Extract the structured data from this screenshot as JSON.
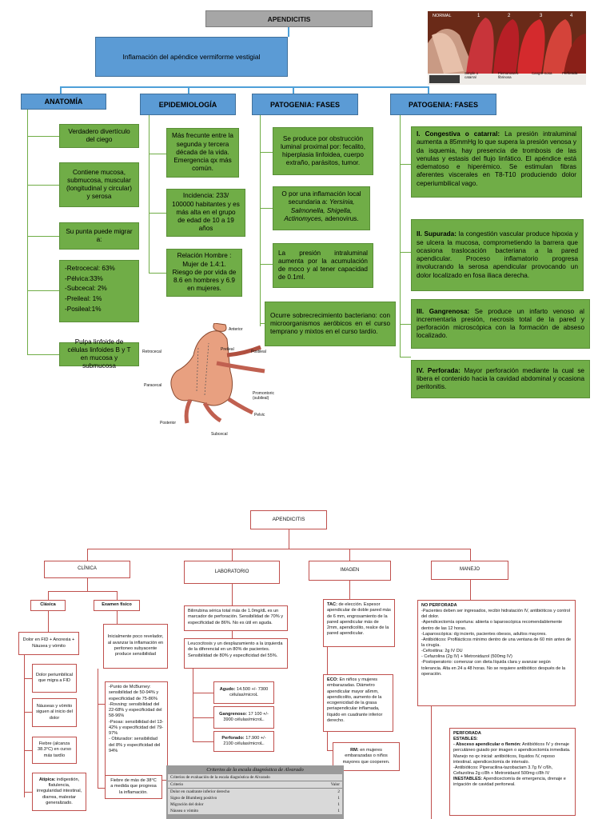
{
  "top": {
    "title": "APENDICITIS",
    "definition": "Inflamación del apéndice vermiforme vestigial",
    "headers": [
      "ANATOMÍA",
      "EPIDEMIOLOGÍA",
      "PATOGENIA: FASES",
      "PATOGENIA: FASES"
    ],
    "anatomia": [
      "Verdadero divertículo del ciego",
      "Contiene mucosa, submucosa, muscular (longitudinal y circular) y serosa",
      "Su punta puede migrar a:",
      "-Retrocecal: 63%",
      "-Pélvica:33%",
      "-Subcecal: 2%",
      "-Preileal: 1%",
      "-Posileal:1%",
      "Pulpa linfoide de células linfoides B y T en mucosa y submucosa"
    ],
    "epidemiologia": [
      "Más frecunte entre la segunda y tercera década de la vida. Emergencia qx más común.",
      "Incidencia: 233/ 100000 habitantes y es más alta en el grupo de edad de 10 a 19 años",
      "Relación Hombre : Mujer de 1.4:1. Riesgo de por vida de 8.6 en hombres y 6.9 en mujeres."
    ],
    "patogenia1": [
      "Se produce por obstrucción luminal proximal por: fecalito, hiperplasia linfoidea, cuerpo extraño, parásitos, tumor.",
      "O por una inflamación local secundaria a:",
      "Yersinia, Salmonella, Shigella, Actinomyces,",
      "adenovirus.",
      "La presión intraluminal aumenta por la acumulación de moco y al tener capacidad de 0.1ml.",
      "Ocurre sobrecrecimiento bacteriano: con microorganismos aeróbicos en el curso temprano y mixtos en el curso tardío."
    ],
    "patogenia2": [
      {
        "head": "I. Congestiva o catarral:",
        "text": " La presión intraluminal aumenta a 85mmHg lo que supera la presión venosa y da isquemia, hay presencia de trombosis de las venulas y estasis del flujo linfático. El apéndice está edematoso e hiperémico. Se estimulan fibras aferentes viscerales en T8-T10 produciendo dolor ceperiumbilical vago."
      },
      {
        "head": "II. Supurada:",
        "text": " la congestión vascular produce hipoxia y se ulcera la mucosa, comprometiendo la barrera que ocasiona traslocación bacteriana a la pared apendicular. Proceso inflamatorio progresa involucrando la serosa apendicular provocando un dolor localizado en fosa iliaca derecha."
      },
      {
        "head": "III. Gangrenosa:",
        "text": " Se produce un infarto venoso al incrementarla presión, necrosis total de la pared y perforación microscópica con la formación de abseso localizado."
      },
      {
        "head": "IV. Perforada:",
        "text": " Mayor perforación mediante la cual se libera el contenido hacia la cavidad abdominal y ocasiona peritonitis."
      }
    ],
    "photo_labels": [
      "NORMAL",
      "1",
      "2",
      "3",
      "4"
    ],
    "photo_captions": [
      "Simple o catarral",
      "Flemonosa o fibrinosa",
      "Cangre-nosa",
      "Perforada"
    ],
    "anatomy_labels": [
      "Anterior",
      "Retrocecal",
      "Preileal",
      "Postileal",
      "Paracecal",
      "Promontoric (subileal)",
      "Pelvic",
      "Posterior",
      "Subcecal"
    ]
  },
  "bottom": {
    "title": "APENDICITIS",
    "branches": [
      "CLÍNICA",
      "LABORATORIO",
      "IMAGEN",
      "MANEJO"
    ],
    "clinica_sub": [
      "Clásica",
      "Examen físico"
    ],
    "clasica": [
      "Dolor en FID + Anorexia + Náusea y vómito",
      "Dolor periumbilical que migra a FID",
      "Náuseas y vómito siguen al inicio del dolor",
      "Fiebre (alcanza 38.3°C) en curso más tardío",
      "Atípica:",
      " indigestión, flatulencia, irregularidad intestinal, diarrea, malestar generalizado."
    ],
    "examen": [
      "Inicialmente poco revelador, al avanzar la inflamación en peritoneo subyacente produce sensibilidad",
      "-Punto de McBurney: sensibilidad de 50-94% y especificidad de 75-86%",
      "-Rovsing: sensibilidad del 22-68% y especificidad del 58-96%",
      "-Psoas: sensibilidad del 13-42% y especificidad del 79-97%",
      "- Obturador: sensibilidad del 8% y especificidad del 94%",
      "Fiebre de más de 38°C a medida que progresa la inflamación."
    ],
    "laboratorio": [
      "Bilirrubina sérica total más de 1.0mg/dL es un marcador de perforación. Sensibilidad de 70% y especificidad de 86%. No es útil en aguda.",
      "Leucocitosis y un desplazamiento a la izquierda de la diferencial en un 80% de pacientes. Sensibilidad de 80% y especificidad del 55%."
    ],
    "laboratorio_sub": [
      {
        "head": "Agudo:",
        "text": " 14.500 +/- 7300 células/microL"
      },
      {
        "head": "Gangrenoso:",
        "text": " 17 100 +/- 3900 células/microL."
      },
      {
        "head": "Perforado:",
        "text": " 17.900 +/- 2100 células/microL."
      }
    ],
    "imagen": [
      {
        "head": "TAC:",
        "text": " de elección. Espesor apendicular de doble pared más de 6 mm, engrosamiento de la pared apendicular más de 2mm, apendicolito, realce de la pared apendicular."
      },
      {
        "head": "ECO:",
        "text": " En niños y mujeres embarazadas. Diámetro apendicular mayor a6mm, apendicolito, aumento de la ecogenicidad de la grasa periapendicular inflamada, líquido en cuadrante inferior derecho."
      },
      {
        "head": "RM:",
        "text": " en mujeres embarazadas o niños mayores que cooperen."
      }
    ],
    "manejo_no": {
      "title": "NO PERFORADA",
      "items": [
        "-Pacientes deben ser ingresados, recibir hidratación IV, antibióticos y control del dolor.",
        "-Apendicectomía oportuna: abierta o laparoscópica recomendablemente dentro de las 12 horas.",
        "-Laparoscópica: dg incierto, pacientes obesos, adultos mayores.",
        "-Antibióticos: Profilácticos mínimo dentro de una ventana de 60 min antes de la cirugía.",
        "-Cefoxitina: 2g IV DU",
        "- Cefazolina (2g IV) + Metronidazol (500mg IV)",
        "-Postoperatorio: comenzar con dieta líquida clara y avanzar según tolerancia. Alta en 24 a 48 horas. No se requiere antibiótico después de la operación."
      ]
    },
    "manejo_si": {
      "title": "PERFORADA",
      "subtitle": "ESTABLES:",
      "items": [
        {
          "head": "- Absceso apendicular o flemón:",
          "text": " Antibióticos IV y drenaje percutáneo guiado por imagen o apendicectomía inmediata."
        },
        {
          "head": "",
          "text": "Manejo no qx inicial: antibióticos, líquidos IV, reposo intestinal. apendicectomía de intervalo."
        },
        {
          "head": "",
          "text": "-Antibióticos: Piperacilina-tazobactam 3.7g IV c/6h, Cefazolina 2g c/8h + Metronidazol 500mg c/8h IV"
        },
        {
          "head": "INESTABLES:",
          "text": " Apendicectomía de emergencia, drenaje e irrigación de cavidad peritoneal."
        }
      ]
    },
    "alvarado": {
      "caption": "Criterios de la escala diagnóstica de Alvarado",
      "title": "Criterios de evaluación de la escala diagnóstica de Alvarado",
      "head": [
        "Criterio",
        "Valor"
      ],
      "rows": [
        [
          "Dolor en cuadrante inferior derecho",
          "2"
        ],
        [
          "Signo de Blumberg positivo",
          "1"
        ],
        [
          "Migración del dolor",
          "1"
        ],
        [
          "Náusea o vómito",
          "1"
        ]
      ]
    }
  }
}
